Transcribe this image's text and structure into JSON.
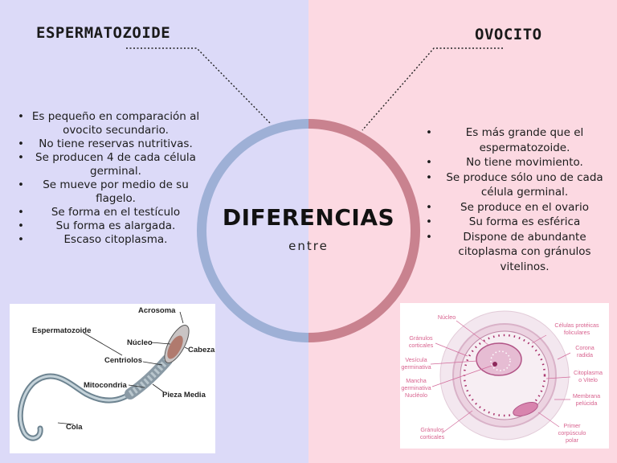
{
  "left": {
    "heading": "ESPERMATOZOIDE",
    "facts": [
      "Es pequeño en comparación al ovocito secundario.",
      "No tiene reservas nutritivas.",
      "Se producen 4 de cada célula germinal.",
      "Se mueve por medio de su flagelo.",
      "Se forma en el testículo",
      "Su forma es alargada.",
      "Escaso citoplasma."
    ],
    "diagram_labels": {
      "acrosoma": "Acrosoma",
      "espermatozoide": "Espermatozoide",
      "nucleo": "Núcleo",
      "cabeza": "Cabeza",
      "centriolos": "Centriolos",
      "mitocondria": "Mitocondria",
      "pieza_media": "Pieza Media",
      "cola": "Cola"
    }
  },
  "right": {
    "heading": "OVOCITO",
    "facts": [
      "Es más grande que el espermatozoide.",
      "No tiene movimiento.",
      "Se produce sólo uno de cada célula germinal.",
      "Se produce en el ovario",
      "Su forma es esférica",
      "Dispone de abundante citoplasma con gránulos vitelinos."
    ],
    "diagram_labels": {
      "nucleo": "Núcleo",
      "granulos_1a": "Gránulos",
      "granulos_1b": "corticales",
      "vesicula_a": "Vesícula",
      "vesicula_b": "germinativa",
      "mancha_a": "Mancha",
      "mancha_b": "germinativa",
      "mancha_c": "Nucléolo",
      "granulos_2a": "Gránulos",
      "granulos_2b": "corticales",
      "celulas_a": "Células protéicas",
      "celulas_b": "foliculares",
      "corona_a": "Corona",
      "corona_b": "radida",
      "citoplasma_a": "Citoplasma",
      "citoplasma_b": "o Vitelo",
      "membrana_a": "Membrana",
      "membrana_b": "pelúcida",
      "primer_a": "Primer",
      "primer_b": "corpúsculo",
      "primer_c": "polar"
    }
  },
  "center": {
    "title": "DIFERENCIAS",
    "subtitle": "entre"
  },
  "colors": {
    "left_bg": "#dcdaf8",
    "right_bg": "#fcd9e2",
    "ring_left": "#9eb0d6",
    "ring_right": "#c9828f"
  }
}
